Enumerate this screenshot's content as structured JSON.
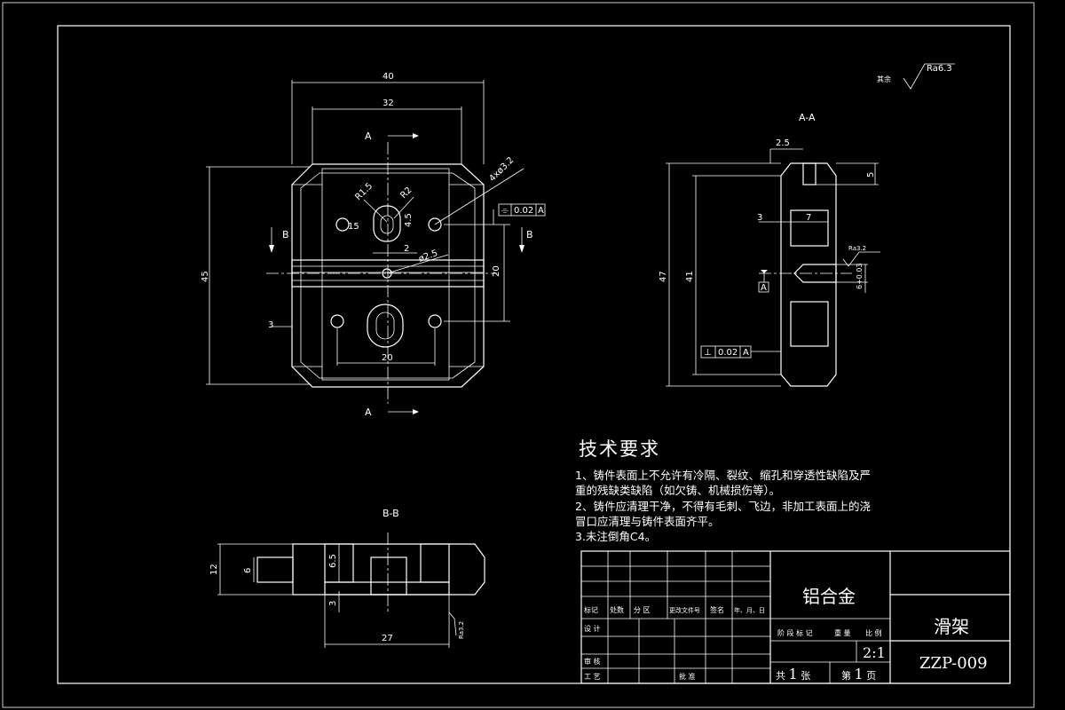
{
  "views": {
    "front": {
      "dims": {
        "w40": "40",
        "w32": "32",
        "h45": "45",
        "d3": "3",
        "d20h": "20",
        "d20v": "20",
        "r15": "R1.5",
        "r2": "R2",
        "d15": "15",
        "d45": "4.5",
        "d2": "2",
        "phi25": "ø2.5",
        "holes": "4xø3.2"
      },
      "section_a": "A",
      "section_b": "B",
      "flatness_sym": "⌯",
      "flatness_val": "0.02",
      "flatness_ref": "A"
    },
    "section_aa": {
      "title": "A-A",
      "dims": {
        "d25": "2.5",
        "d5": "5",
        "d3": "3",
        "d7": "7",
        "h47": "47",
        "h41": "41",
        "d6": "6+0.03"
      },
      "datum": "A",
      "perp_sym": "⊥",
      "perp_val": "0.02",
      "perp_ref": "A",
      "rough_local": "Ra3.2"
    },
    "section_bb": {
      "title": "B-B",
      "dims": {
        "d12": "12",
        "d6": "6",
        "d65": "6.5",
        "d3": "3",
        "d27": "27"
      },
      "rough_local": "Ra3.2"
    },
    "roughness": {
      "prefix": "其余",
      "value": "Ra6.3"
    }
  },
  "tech_req": {
    "title": "技术要求",
    "lines": [
      "1、铸件表面上不允许有冷隔、裂纹、缩孔和穿透性缺陷及严",
      "重的残缺类缺陷（如欠铸、机械损伤等）。",
      "2、铸件应清理干净，不得有毛刺、飞边，非加工表面上的浇",
      "冒口应清理与铸件表面齐平。",
      "3.未注倒角C4。"
    ]
  },
  "title_block": {
    "material": "铝合金",
    "part_name": "滑架",
    "drawing_no": "ZZP-009",
    "scale": "2:1",
    "headers": [
      "标记",
      "处数",
      "分 区",
      "更改文件号",
      "签名",
      "年、月、日"
    ],
    "stage_headers": [
      "阶 段 标 记",
      "重 量",
      "比 例"
    ],
    "design": "设 计",
    "review": "审 核",
    "process": "工 艺",
    "approve": "批 准",
    "total_prefix": "共",
    "total": "1",
    "total_suffix": "张",
    "sheet_prefix": "第",
    "sheet": "1",
    "sheet_suffix": "页"
  }
}
